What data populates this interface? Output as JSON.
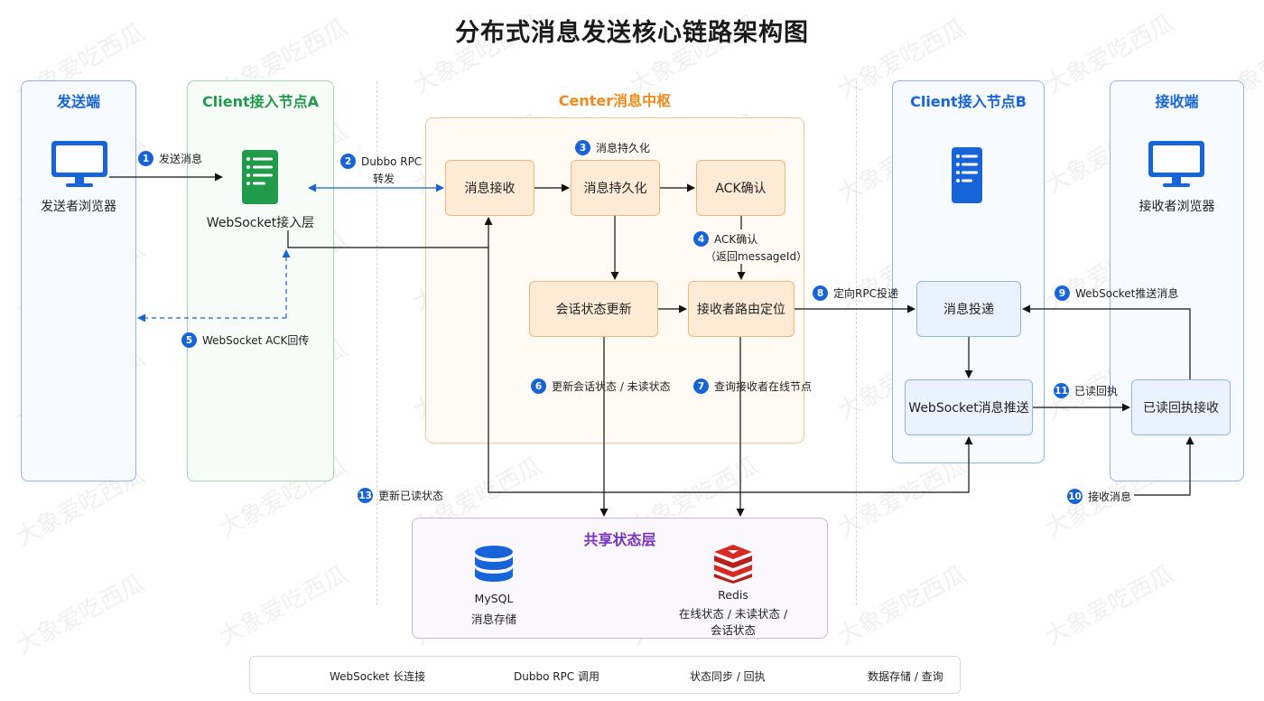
{
  "title": "分布式消息发送核心链路架构图",
  "watermark": "大象爱吃西瓜",
  "columns": {
    "sender": "发送端",
    "client_a": "Client接入节点A",
    "center": "Center消息中枢",
    "client_b": "Client接入节点B",
    "receiver": "接收端",
    "shared": "共享状态层"
  },
  "labels": {
    "sender_browser": "发送者浏览器",
    "websocket_layer": "WebSocket接入层",
    "receiver_browser": "接收者浏览器",
    "mysql": "MySQL",
    "mysql_sub": "消息存储",
    "redis": "Redis",
    "redis_sub1": "在线状态 / 未读状态 /",
    "redis_sub2": "会话状态"
  },
  "nodes": {
    "msg_receive": "消息接收",
    "msg_persist": "消息持久化",
    "ack_confirm": "ACK确认",
    "session_update": "会话状态更新",
    "route_locate": "接收者路由定位",
    "msg_deliver": "消息投递",
    "ws_push": "WebSocket消息推送",
    "read_receipt": "已读回执接收"
  },
  "steps": {
    "s1": {
      "num": "1",
      "text": "发送消息"
    },
    "s2": {
      "num": "2",
      "line1": "Dubbo RPC",
      "line2": "转发"
    },
    "s3": {
      "num": "3",
      "text": "消息持久化"
    },
    "s4": {
      "num": "4",
      "line1": "ACK确认",
      "line2": "（返回messageId）"
    },
    "s5": {
      "num": "5",
      "text": "WebSocket ACK回传"
    },
    "s6": {
      "num": "6",
      "text": "更新会话状态 / 未读状态"
    },
    "s7": {
      "num": "7",
      "text": "查询接收者在线节点"
    },
    "s8": {
      "num": "8",
      "text": "定向RPC投递"
    },
    "s9": {
      "num": "9",
      "text": "WebSocket推送消息"
    },
    "s10": {
      "num": "10",
      "text": "接收消息"
    },
    "s11": {
      "num": "11",
      "text": "已读回执"
    },
    "s13": {
      "num": "13",
      "text": "更新已读状态"
    }
  },
  "legend": {
    "ws": "WebSocket 长连接",
    "rpc": "Dubbo RPC 调用",
    "sync": "状态同步 / 回执",
    "store": "数据存储 / 查询"
  },
  "colors": {
    "accent_blue": "#1764d8",
    "green": "#1f9b4b",
    "orange": "#f08a1a",
    "purple": "#7a2fbf",
    "redis_red": "#d82a20"
  }
}
